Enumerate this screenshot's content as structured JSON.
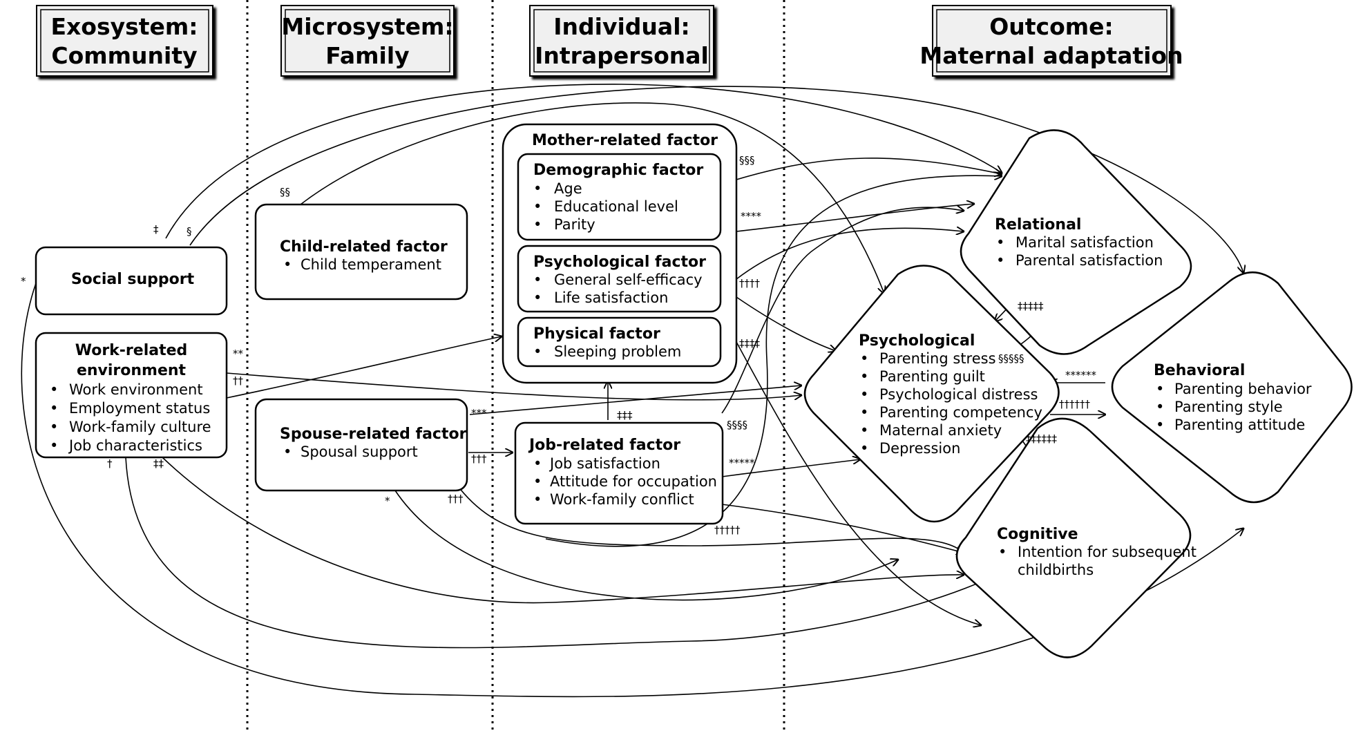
{
  "columns": [
    {
      "id": "exo",
      "line1": "Exosystem:",
      "line2": "Community"
    },
    {
      "id": "micro",
      "line1": "Microsystem:",
      "line2": "Family"
    },
    {
      "id": "indiv",
      "line1": "Individual:",
      "line2": "Intrapersonal"
    },
    {
      "id": "out",
      "line1": "Outcome:",
      "line2": "Maternal adaptation"
    }
  ],
  "nodes": {
    "social_support": {
      "title": "Social support",
      "items": []
    },
    "work_env": {
      "title_lines": [
        "Work-related",
        "environment"
      ],
      "items": [
        "Work environment",
        "Employment status",
        "Work-family culture",
        "Job characteristics"
      ]
    },
    "child": {
      "title": "Child-related factor",
      "items": [
        "Child temperament"
      ]
    },
    "spouse": {
      "title": "Spouse-related factor",
      "items": [
        "Spousal support"
      ]
    },
    "mother": {
      "title": "Mother-related  factor"
    },
    "demographic": {
      "title": "Demographic factor",
      "items": [
        "Age",
        "Educational level",
        "Parity"
      ]
    },
    "psych_factor": {
      "title": "Psychological factor",
      "items": [
        "General self-efficacy",
        "Life satisfaction"
      ]
    },
    "physical": {
      "title": "Physical factor",
      "items": [
        "Sleeping problem"
      ]
    },
    "job": {
      "title": "Job-related factor",
      "items": [
        "Job satisfaction",
        "Attitude for occupation",
        "Work-family conflict"
      ]
    }
  },
  "outcomes": {
    "relational": {
      "title": "Relational",
      "items": [
        "Marital satisfaction",
        "Parental satisfaction"
      ]
    },
    "psychological": {
      "title": "Psychological",
      "items": [
        "Parenting stress",
        "Parenting guilt",
        "Psychological distress",
        "Parenting competency",
        "Maternal anxiety",
        "Depression"
      ]
    },
    "behavioral": {
      "title": "Behavioral",
      "items": [
        "Parenting behavior",
        "Parenting style",
        "Parenting attitude"
      ]
    },
    "cognitive": {
      "title": "Cognitive",
      "items": [
        "Intention for subsequent",
        "childbirths"
      ]
    }
  },
  "marks": {
    "m_ss_left": "*",
    "m_ss_dd": "‡",
    "m_ss_s": "§",
    "m_child_ss": "§§",
    "m_work_2star": "**",
    "m_work_2dag": "††",
    "m_work_dag": "†",
    "m_work_2dd": "‡‡",
    "m_spouse_3star": "***",
    "m_spouse_3dag": "†††",
    "m_spouse_3dag2": "†††",
    "m_spouse_star": "*",
    "m_demo_s3": "§§§",
    "m_demo_4star": "****",
    "m_psy_4dag": "††††",
    "m_phys_4dd": "‡‡‡‡",
    "m_job_3dd": "‡‡‡",
    "m_job_s4": "§§§§",
    "m_job_5star": "*****",
    "m_job_5dag": "†††††",
    "m_rel_5dd": "‡‡‡‡‡",
    "m_psych_s5": "§§§§§",
    "m_beh_6star": "******",
    "m_beh_6dag": "††††††",
    "m_cog_6dd": "‡‡‡‡‡‡"
  },
  "colors": {
    "stroke": "#000000",
    "header_fill": "#f0f0f0",
    "background": "#ffffff"
  }
}
